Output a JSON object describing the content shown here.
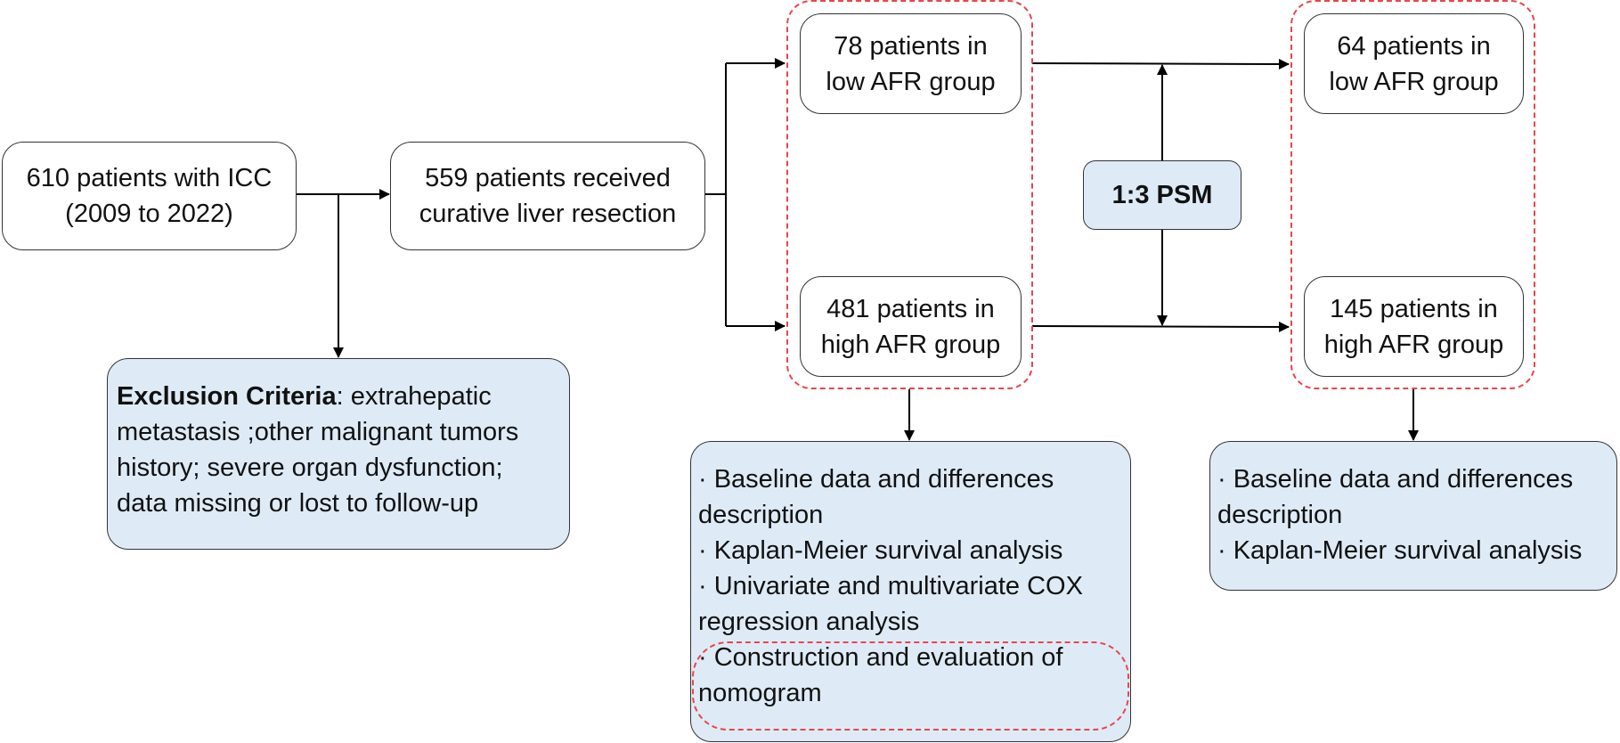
{
  "nodes": {
    "start": {
      "line1": "610 patients with ICC",
      "line2": "(2009 to 2022)"
    },
    "resection": {
      "line1": "559 patients received",
      "line2": "curative liver resection"
    },
    "exclusion": {
      "title": "Exclusion Criteria",
      "lines": [
        ": extrahepatic",
        "metastasis ;other malignant tumors",
        "history; severe organ dysfunction;",
        "data missing or lost to follow-up"
      ]
    },
    "low_before": {
      "line1": "78 patients in",
      "line2": "low AFR group"
    },
    "high_before": {
      "line1": "481 patients in",
      "line2": "high AFR group"
    },
    "psm": {
      "label": "1:3 PSM"
    },
    "low_after": {
      "line1": "64 patients in",
      "line2": "low AFR group"
    },
    "high_after": {
      "line1": "145 patients in",
      "line2": "high AFR group"
    },
    "analysis_before": {
      "lines": [
        "· Baseline data and differences",
        "description",
        "· Kaplan-Meier survival analysis",
        "· Univariate and multivariate COX",
        "regression analysis",
        "· Construction and evaluation of",
        "nomogram"
      ]
    },
    "analysis_after": {
      "lines": [
        "· Baseline data and differences",
        "description",
        "· Kaplan-Meier survival analysis"
      ]
    }
  },
  "colors": {
    "box_fill_blue": "#deebf7",
    "box_border": "#333333",
    "dashed_highlight": "#e8464a",
    "arrow": "#000000"
  }
}
